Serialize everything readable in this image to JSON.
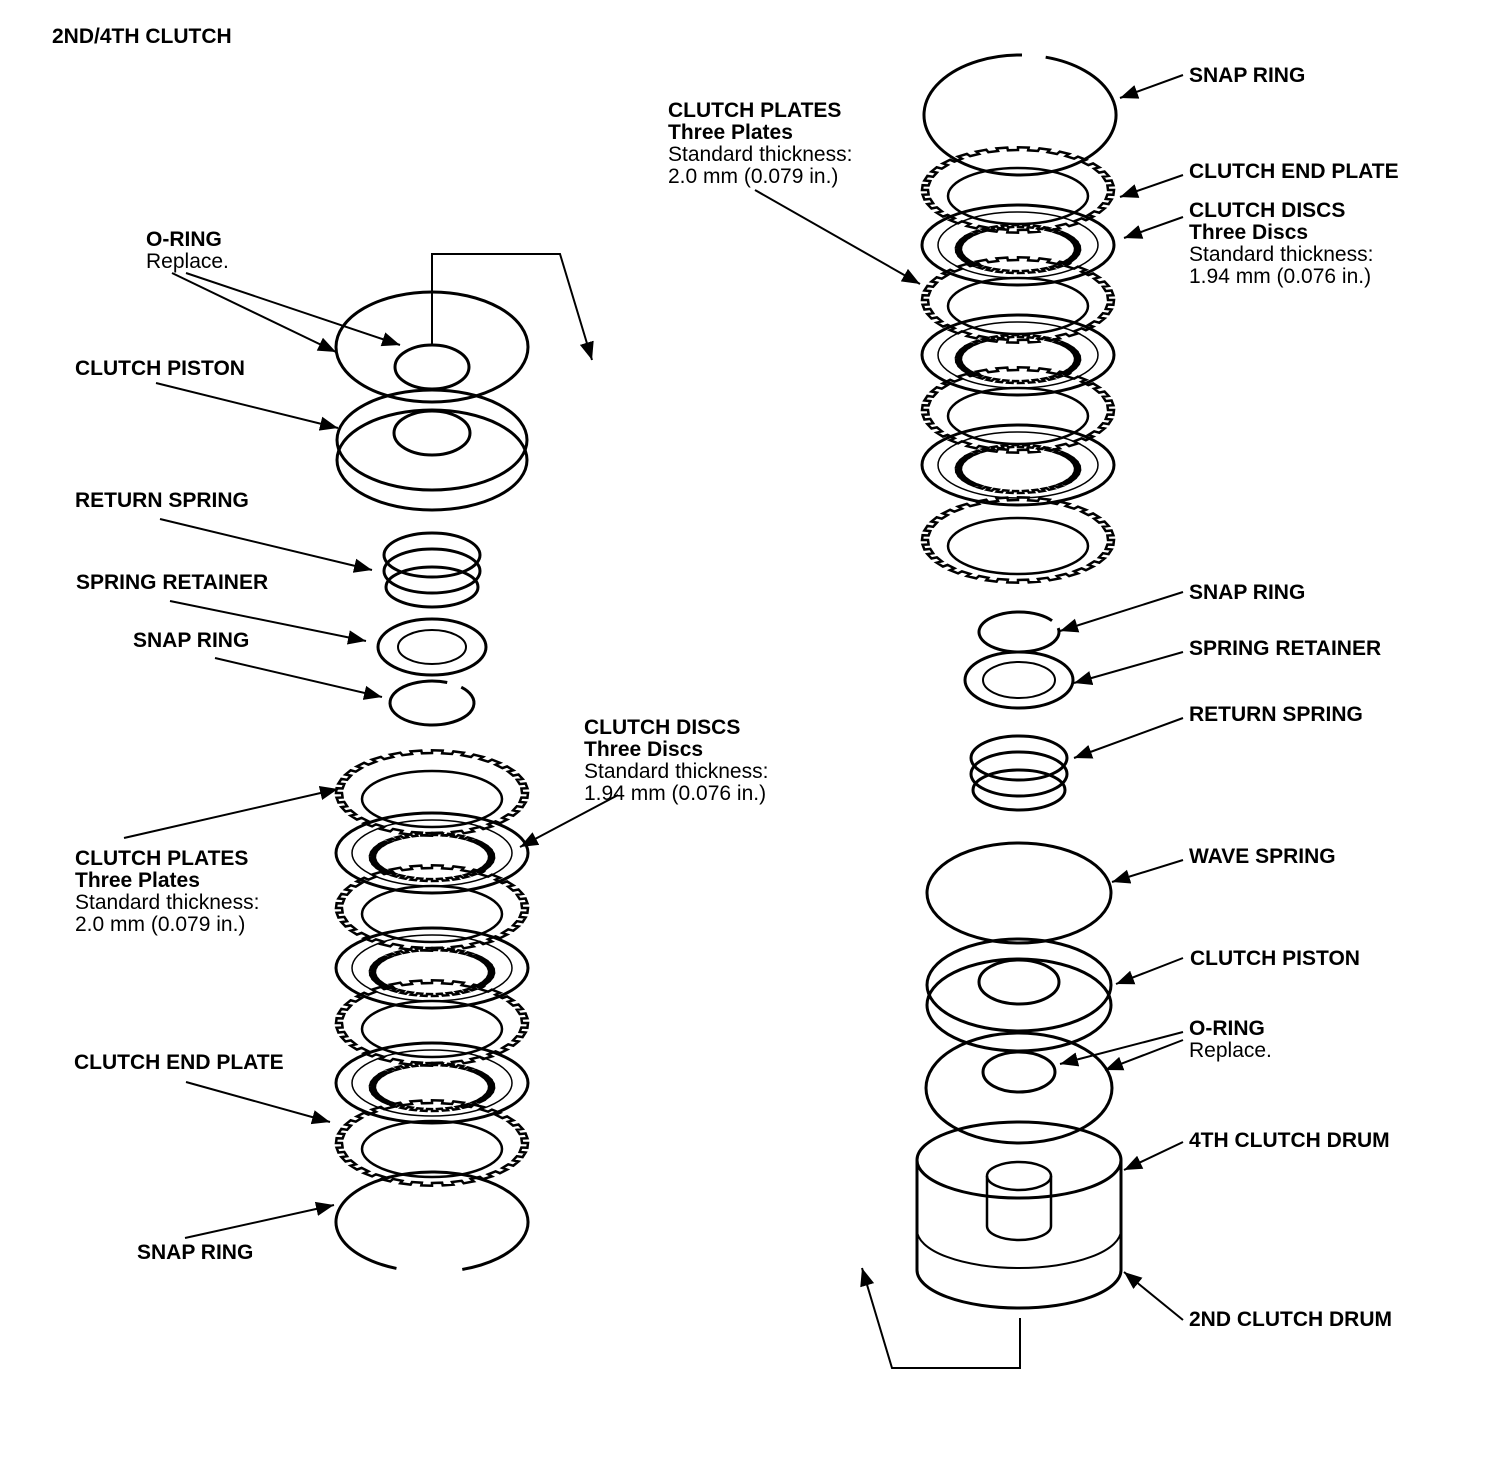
{
  "title": "2ND/4TH CLUTCH",
  "left": {
    "o_ring": {
      "title": "O-RING",
      "note": "Replace."
    },
    "clutch_piston": {
      "title": "CLUTCH PISTON"
    },
    "return_spring": {
      "title": "RETURN SPRING"
    },
    "spring_retainer": {
      "title": "SPRING RETAINER"
    },
    "snap_ring_upper": {
      "title": "SNAP RING"
    },
    "clutch_discs": {
      "title": "CLUTCH DISCS",
      "sub": "Three Discs",
      "line1": "Standard thickness:",
      "line2": "1.94 mm (0.076 in.)"
    },
    "clutch_plates": {
      "title": "CLUTCH PLATES",
      "sub": "Three Plates",
      "line1": "Standard thickness:",
      "line2": "2.0 mm (0.079 in.)"
    },
    "clutch_end_plate": {
      "title": "CLUTCH END PLATE"
    },
    "snap_ring_lower": {
      "title": "SNAP RING"
    }
  },
  "right": {
    "clutch_plates": {
      "title": "CLUTCH PLATES",
      "sub": "Three Plates",
      "line1": "Standard thickness:",
      "line2": "2.0 mm (0.079 in.)"
    },
    "snap_ring_top": {
      "title": "SNAP RING"
    },
    "clutch_end_plate": {
      "title": "CLUTCH END PLATE"
    },
    "clutch_discs": {
      "title": "CLUTCH DISCS",
      "sub": "Three Discs",
      "line1": "Standard thickness:",
      "line2": "1.94 mm (0.076 in.)"
    },
    "snap_ring_mid": {
      "title": "SNAP RING"
    },
    "spring_retainer": {
      "title": "SPRING RETAINER"
    },
    "return_spring": {
      "title": "RETURN SPRING"
    },
    "wave_spring": {
      "title": "WAVE SPRING"
    },
    "clutch_piston": {
      "title": "CLUTCH PISTON"
    },
    "o_ring": {
      "title": "O-RING",
      "note": "Replace."
    },
    "drum_4th": {
      "title": "4TH CLUTCH DRUM"
    },
    "drum_2nd": {
      "title": "2ND CLUTCH DRUM"
    }
  }
}
